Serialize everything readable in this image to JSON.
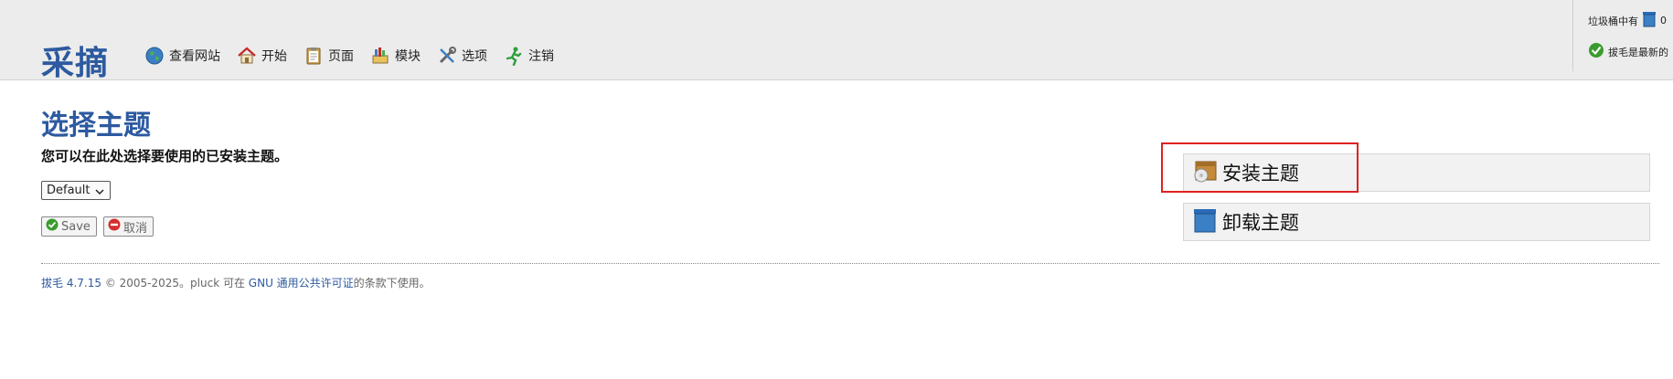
{
  "app": {
    "logo": "采摘"
  },
  "nav": {
    "items": [
      {
        "label": "查看网站",
        "icon": "globe-icon"
      },
      {
        "label": "开始",
        "icon": "home-icon"
      },
      {
        "label": "页面",
        "icon": "clipboard-icon"
      },
      {
        "label": "模块",
        "icon": "modules-icon"
      },
      {
        "label": "选项",
        "icon": "tools-icon"
      },
      {
        "label": "注销",
        "icon": "logout-runner-icon"
      }
    ]
  },
  "status": {
    "trash_label": "垃圾桶中有",
    "trash_count": "0",
    "update_label": "拔毛是最新的"
  },
  "main": {
    "title": "选择主题",
    "description": "您可以在此处选择要使用的已安装主题。",
    "theme_select": {
      "selected": "Default"
    },
    "save_label": "Save",
    "cancel_label": "取消"
  },
  "sidebar": {
    "install_label": "安装主题",
    "uninstall_label": "卸载主题"
  },
  "footer": {
    "version_link": "拔毛 4.7.15",
    "copyright": "© 2005-2025。pluck 可在",
    "license_link": "GNU 通用公共许可证",
    "suffix": "的条款下使用。"
  },
  "colors": {
    "brand": "#2d5aa0",
    "topbar": "#ececec",
    "highlight": "#e02020"
  }
}
